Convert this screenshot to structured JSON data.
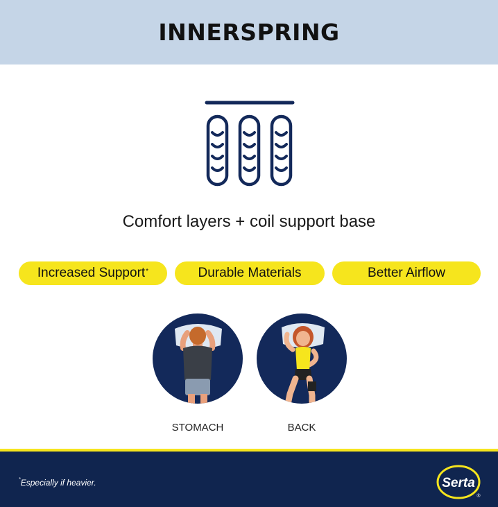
{
  "header": {
    "title": "INNERSPRING"
  },
  "subtitle": "Comfort layers + coil support base",
  "benefits": [
    {
      "label": "Increased Support",
      "mark": "*"
    },
    {
      "label": "Durable Materials"
    },
    {
      "label": "Better Airflow"
    }
  ],
  "sleep_positions": [
    {
      "label": "STOMACH",
      "icon": "stomach-sleeper-icon"
    },
    {
      "label": "BACK",
      "icon": "back-sleeper-icon"
    }
  ],
  "footer": {
    "footnote_mark": "*",
    "footnote_text": "Especially if heavier.",
    "logo_text": "Serta",
    "logo_registered": "®"
  },
  "colors": {
    "header_bg": "#c5d5e7",
    "accent_yellow": "#f6e51d",
    "navy": "#10254f",
    "avatar_bg": "#13295a"
  }
}
